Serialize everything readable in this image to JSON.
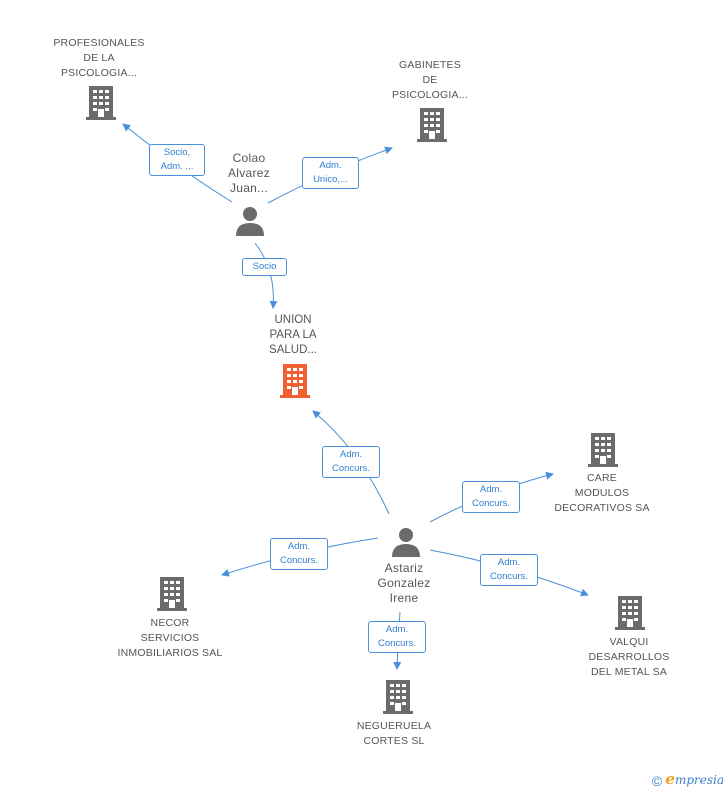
{
  "colors": {
    "edge": "#4a90d9",
    "company_icon": "#6b6b6b",
    "root_icon": "#f06030",
    "person_icon": "#6b6b6b"
  },
  "nodes": {
    "profesionales": {
      "label": "PROFESIONALES\nDE LA\nPSICOLOGIA...",
      "icon": "building-icon"
    },
    "gabinetes": {
      "label": "GABINETES\nDE\nPSICOLOGIA...",
      "icon": "building-icon"
    },
    "colao": {
      "label": "Colao\nAlvarez\nJuan...",
      "icon": "person-icon"
    },
    "union": {
      "label": "UNION\nPARA LA\nSALUD...",
      "icon": "building-icon"
    },
    "care": {
      "label": "CARE\nMODULOS\nDECORATIVOS SA",
      "icon": "building-icon"
    },
    "astariz": {
      "label": "Astariz\nGonzalez\nIrene",
      "icon": "person-icon"
    },
    "necor": {
      "label": "NECOR\nSERVICIOS\nINMOBILIARIOS SAL",
      "icon": "building-icon"
    },
    "valqui": {
      "label": "VALQUI\nDESARROLLOS\nDEL METAL SA",
      "icon": "building-icon"
    },
    "negueruela": {
      "label": "NEGUERUELA\nCORTES SL",
      "icon": "building-icon"
    }
  },
  "edges": {
    "colao_profesionales": "Socio,\nAdm. ...",
    "colao_gabinetes": "Adm.\nUnico,...",
    "colao_union": "Socio",
    "astariz_union": "Adm.\nConcurs.",
    "astariz_care": "Adm.\nConcurs.",
    "astariz_necor": "Adm.\nConcurs.",
    "astariz_valqui": "Adm.\nConcurs.",
    "astariz_negueruela": "Adm.\nConcurs."
  },
  "footer": {
    "copyright": "©",
    "brand_e": "e",
    "brand_rest": "mpresia"
  }
}
